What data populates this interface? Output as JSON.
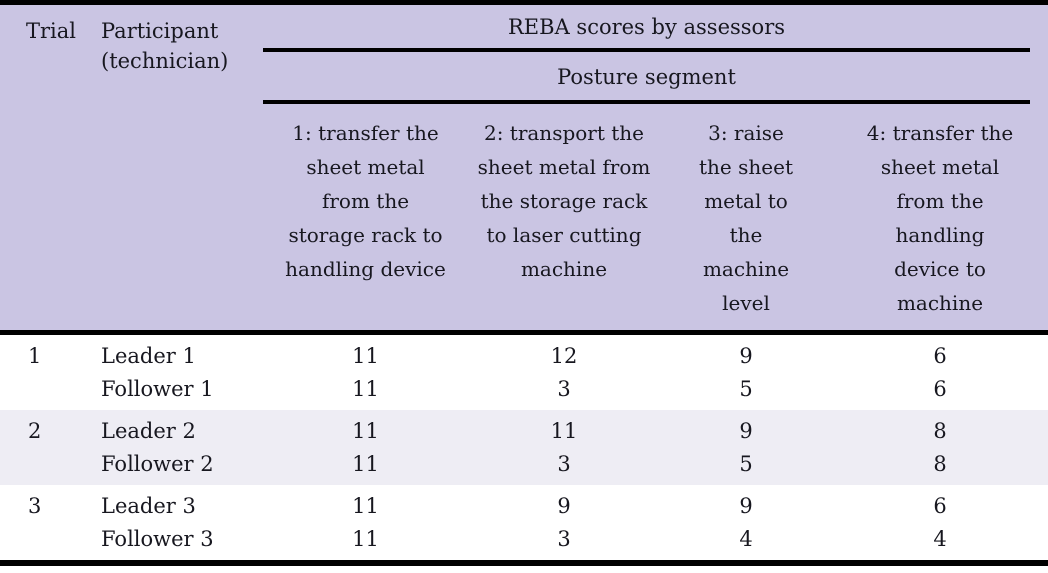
{
  "table": {
    "columns": {
      "trial": "Trial",
      "participant": "Participant (technician)"
    },
    "group_header": "REBA scores by assessors",
    "subgroup_header": "Posture segment",
    "posture_segments": [
      "1: transfer the sheet metal from the storage rack to handling device",
      "2: transport the sheet metal from the storage rack to laser cutting machine",
      "3: raise the sheet metal to the machine level",
      "4: transfer the sheet metal from the handling device to machine"
    ],
    "rows": [
      {
        "trial": "1",
        "participants": [
          {
            "name": "Leader 1",
            "scores": [
              11,
              12,
              9,
              6
            ]
          },
          {
            "name": "Follower 1",
            "scores": [
              11,
              3,
              5,
              6
            ]
          }
        ]
      },
      {
        "trial": "2",
        "participants": [
          {
            "name": "Leader 2",
            "scores": [
              11,
              11,
              9,
              8
            ]
          },
          {
            "name": "Follower 2",
            "scores": [
              11,
              3,
              5,
              8
            ]
          }
        ]
      },
      {
        "trial": "3",
        "participants": [
          {
            "name": "Leader 3",
            "scores": [
              11,
              9,
              9,
              6
            ]
          },
          {
            "name": "Follower 3",
            "scores": [
              11,
              3,
              4,
              4
            ]
          }
        ]
      }
    ],
    "colors": {
      "header_bg": "#cac5e3",
      "stripe_bg": "#eeedf4",
      "rule": "#000000",
      "text": "#17171f"
    }
  }
}
